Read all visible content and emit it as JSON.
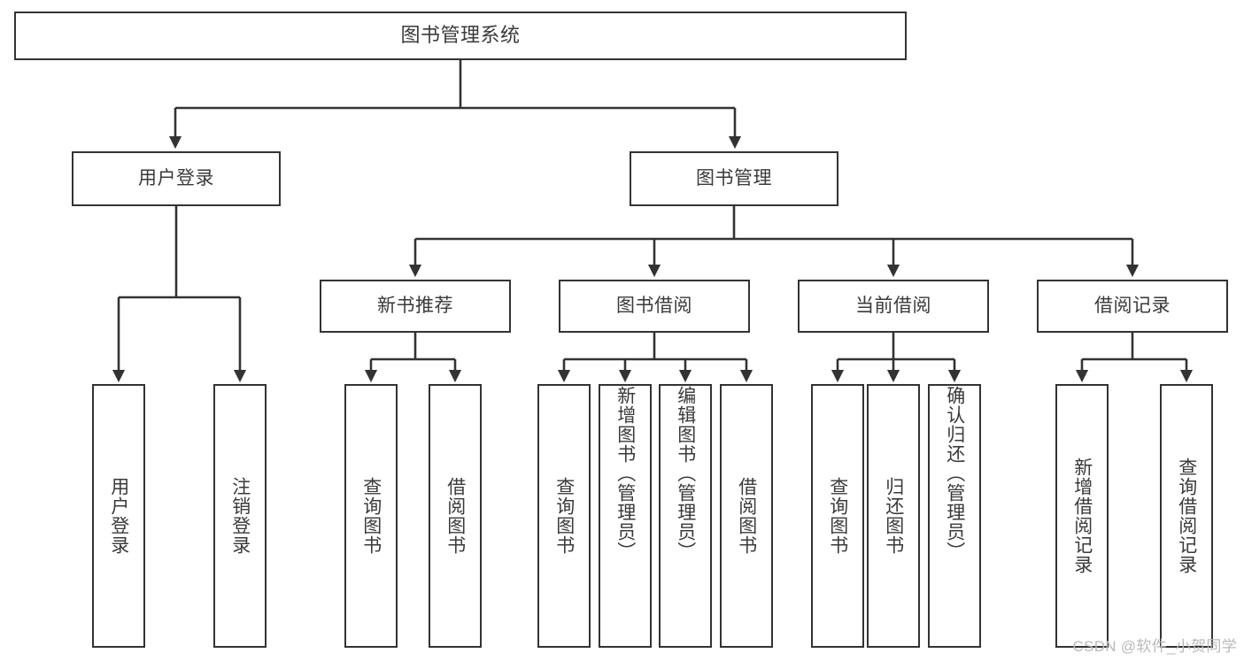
{
  "diagram": {
    "type": "tree",
    "title": "图书管理系统",
    "orientation": "top-down",
    "colors": {
      "border": "#333333",
      "text": "#3a3a3a",
      "background": "#ffffff",
      "connector": "#333333",
      "watermark": "#b9b9b9"
    },
    "root": {
      "label": "图书管理系统"
    },
    "level1": [
      {
        "label": "用户登录"
      },
      {
        "label": "图书管理"
      }
    ],
    "level2": [
      {
        "label": "新书推荐"
      },
      {
        "label": "图书借阅"
      },
      {
        "label": "当前借阅"
      },
      {
        "label": "借阅记录"
      }
    ],
    "leaves": {
      "user_login": [
        {
          "label": "用户登录"
        },
        {
          "label": "注销登录"
        }
      ],
      "new_book_recommend": [
        {
          "label": "查询图书"
        },
        {
          "label": "借阅图书"
        }
      ],
      "book_borrow": [
        {
          "label": "查询图书"
        },
        {
          "label": "新增图书（管理员）"
        },
        {
          "label": "编辑图书（管理员）"
        },
        {
          "label": "借阅图书"
        }
      ],
      "current_borrow": [
        {
          "label": "查询图书"
        },
        {
          "label": "归还图书"
        },
        {
          "label": "确认归还（管理员）"
        }
      ],
      "borrow_record": [
        {
          "label": "新增借阅记录"
        },
        {
          "label": "查询借阅记录"
        }
      ]
    }
  },
  "watermark": {
    "text": "CSDN @软件_小贺同学"
  }
}
